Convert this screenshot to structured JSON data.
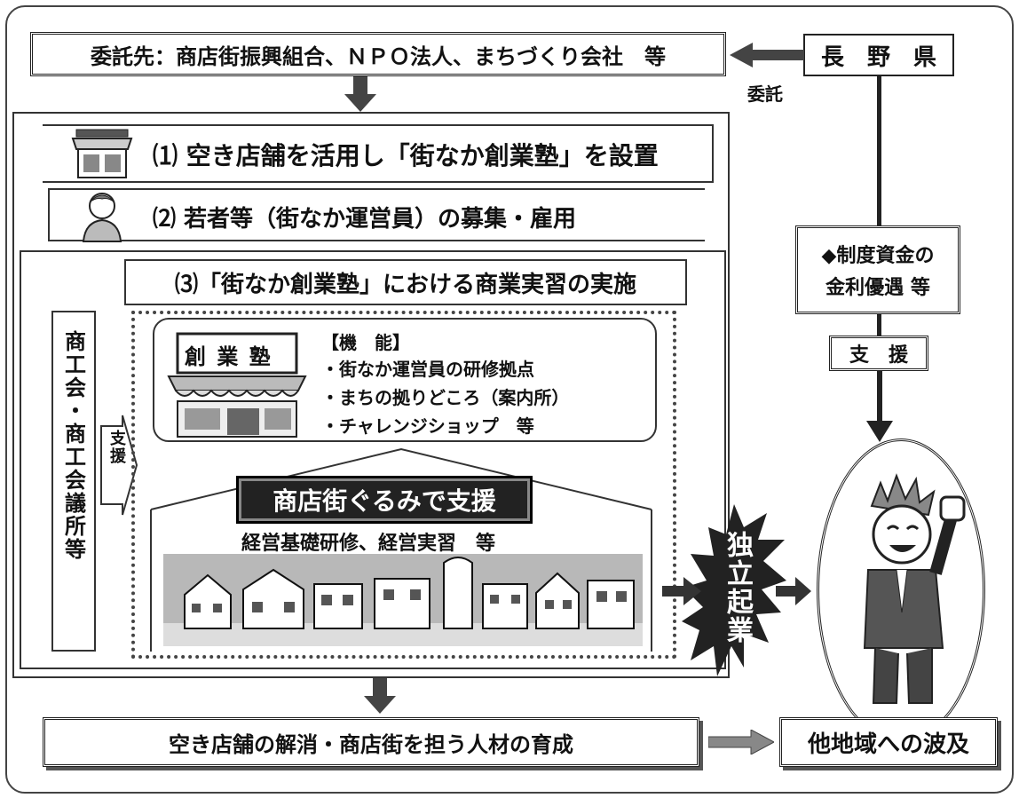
{
  "header": {
    "contractor": "委託先：商店街振興組合、ＮＰＯ法人、まちづくり会社　等",
    "prefecture": "長　野　県",
    "consign_label": "委託"
  },
  "steps": {
    "step1": "⑴ 空き店舗を活用し「街なか創業塾」を設置",
    "step2": "⑵ 若者等（街なか運営員）の募集・雇用",
    "step3": "⑶「街なか創業塾」における商業実習の実施"
  },
  "side": {
    "chamber": "商工会・商工会議所等",
    "support_label": "支援"
  },
  "school": {
    "sign": "創 業 塾",
    "functions_title": "【機　能】",
    "functions": [
      "・街なか運営員の研修拠点",
      "・まちの拠りどころ（案内所）",
      "・チャレンジショップ　等"
    ]
  },
  "community": {
    "banner": "商店街ぐるみで支援",
    "training": "経営基礎研修、経営実習　等"
  },
  "independence": "独立起業",
  "right": {
    "financing_line1": "◆制度資金の",
    "financing_line2": "金利優遇 等",
    "support_box": "支　援"
  },
  "bottom": {
    "result": "空き店舗の解消・商店街を担う人材の育成",
    "ripple": "他地域への波及"
  },
  "icons": [
    "shop-icon",
    "young-person-icon",
    "storefront-icon",
    "townscape-illustration",
    "entrepreneur-illustration"
  ]
}
